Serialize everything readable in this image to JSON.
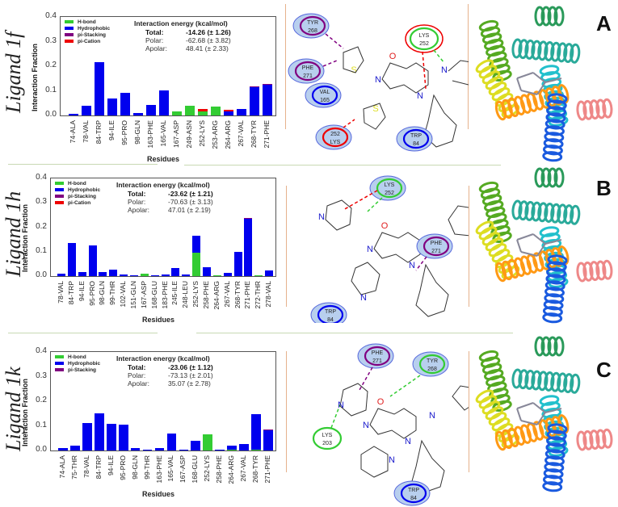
{
  "legend_colors": {
    "H-bond": "#33cc33",
    "Hydrophobic": "#0000ee",
    "pi-Stacking": "#800080",
    "pi-Cation": "#ee0000"
  },
  "panels": [
    {
      "letter": "A",
      "ligand": "Ligand 1f",
      "energy": {
        "title": "Interaction energy (kcal/mol)",
        "total_label": "Total:",
        "total": "-14.26 (± 1.26)",
        "polar_label": "Polar:",
        "polar": "-62.68 (± 3.82)",
        "apolar_label": "Apolar:",
        "apolar": "48.41 (± 2.33)"
      },
      "legend": [
        "H-bond",
        "Hydrophobic",
        "pi-Stacking",
        "pi-Cation"
      ],
      "ylabel": "Interaction Fraction",
      "xlabel": "Residues",
      "yticks": [
        "0.0",
        "0.1",
        "0.2",
        "0.3",
        "0.4"
      ],
      "residue_labels": [
        {
          "name": "TYR 268",
          "ring": "#800080"
        },
        {
          "name": "PHE 271",
          "ring": "#800080"
        },
        {
          "name": "VAL 165",
          "ring": "#0000ee"
        },
        {
          "name": "LYS 252",
          "ring": "#33cc33"
        },
        {
          "name": "252 LYS",
          "ring": "#ee0000"
        },
        {
          "name": "TRP 84",
          "ring": "#0000ee"
        }
      ]
    },
    {
      "letter": "B",
      "ligand": "Ligand 1h",
      "energy": {
        "title": "Interaction energy (kcal/mol)",
        "total_label": "Total:",
        "total": "-23.62 (± 1.21)",
        "polar_label": "Polar:",
        "polar": "-70.63 (± 3.13)",
        "apolar_label": "Apolar:",
        "apolar": "47.01 (± 2.19)"
      },
      "legend": [
        "H-bond",
        "Hydrophobic",
        "pi-Stacking",
        "pi-Cation"
      ],
      "ylabel": "Interaction Fraction",
      "xlabel": "Residues",
      "yticks": [
        "0.0",
        "0.1",
        "0.2",
        "0.3",
        "0.4"
      ],
      "residue_labels": [
        {
          "name": "LYS 252",
          "ring": "#33cc33"
        },
        {
          "name": "PHE 271",
          "ring": "#800080"
        },
        {
          "name": "TRP 84",
          "ring": "#0000ee"
        }
      ]
    },
    {
      "letter": "C",
      "ligand": "Ligand 1k",
      "energy": {
        "title": "Interaction energy (kcal/mol)",
        "total_label": "Total:",
        "total": "-23.06 (± 1.12)",
        "polar_label": "Polar:",
        "polar": "-73.13 (± 2.01)",
        "apolar_label": "Apolar:",
        "apolar": "35.07 (± 2.78)"
      },
      "legend": [
        "H-bond",
        "Hydrophobic",
        "pi-Stacking"
      ],
      "ylabel": "Interaction Fraction",
      "xlabel": "Residues",
      "yticks": [
        "0.0",
        "0.1",
        "0.2",
        "0.3",
        "0.4"
      ],
      "residue_labels": [
        {
          "name": "PHE 271",
          "ring": "#800080"
        },
        {
          "name": "TYR 268",
          "ring": "#33cc33"
        },
        {
          "name": "LYS 203",
          "ring": "#33cc33"
        },
        {
          "name": "TRP 84",
          "ring": "#0000ee"
        }
      ]
    }
  ],
  "chart_data": [
    {
      "type": "bar",
      "title": "Ligand 1f",
      "xlabel": "Residues",
      "ylabel": "Interaction Fraction",
      "ylim": [
        0,
        0.4
      ],
      "stacked": true,
      "legend_position": "upper left",
      "categories": [
        "74-ALA",
        "78-VAL",
        "84-TRP",
        "94-ILE",
        "95-PRO",
        "98-GLN",
        "163-PHE",
        "165-VAL",
        "167-ASP",
        "249-ASN",
        "252-LYS",
        "253-ARG",
        "264-ARG",
        "267-VAL",
        "268-TYR",
        "271-PHE"
      ],
      "series": [
        {
          "name": "H-bond",
          "values": [
            0,
            0,
            0,
            0,
            0,
            0,
            0,
            0,
            0.016,
            0.038,
            0.018,
            0.037,
            0,
            0,
            0,
            0
          ]
        },
        {
          "name": "Hydrophobic",
          "values": [
            0.007,
            0.039,
            0.217,
            0.069,
            0.091,
            0.009,
            0.042,
            0.103,
            0,
            0,
            0,
            0,
            0.015,
            0.025,
            0.115,
            0.125
          ]
        },
        {
          "name": "pi-Stacking",
          "values": [
            0,
            0,
            0,
            0,
            0,
            0,
            0,
            0,
            0,
            0,
            0,
            0,
            0.003,
            0,
            0.003,
            0.003
          ]
        },
        {
          "name": "pi-Cation",
          "values": [
            0,
            0,
            0,
            0,
            0,
            0,
            0,
            0,
            0,
            0,
            0.008,
            0,
            0.004,
            0,
            0,
            0
          ]
        }
      ],
      "annotations": [
        "Interaction energy (kcal/mol)",
        "Total: -14.26 (± 1.26)",
        "Polar: -62.68 (± 3.82)",
        "Apolar: 48.41 (± 2.33)"
      ]
    },
    {
      "type": "bar",
      "title": "Ligand 1h",
      "xlabel": "Residues",
      "ylabel": "Interaction Fraction",
      "ylim": [
        0,
        0.4
      ],
      "stacked": true,
      "legend_position": "upper left",
      "categories": [
        "78-VAL",
        "84-TRP",
        "94-ILE",
        "95-PRO",
        "98-GLN",
        "99-THR",
        "102-VAL",
        "151-GLN",
        "167-ASP",
        "168-GLU",
        "183-PHE",
        "245-ILE",
        "248-LEU",
        "252-LYS",
        "258-PHE",
        "264-ARG",
        "267-VAL",
        "268-TYR",
        "271-PHE",
        "272-THR",
        "278-VAL"
      ],
      "series": [
        {
          "name": "H-bond",
          "values": [
            0,
            0,
            0,
            0,
            0,
            0,
            0,
            0,
            0.009,
            0,
            0,
            0,
            0,
            0.097,
            0,
            0.005,
            0,
            0,
            0,
            0.005,
            0
          ]
        },
        {
          "name": "Hydrophobic",
          "values": [
            0.011,
            0.135,
            0.016,
            0.127,
            0.016,
            0.025,
            0.006,
            0.003,
            0,
            0.004,
            0.006,
            0.033,
            0.007,
            0.068,
            0.038,
            0,
            0.013,
            0.098,
            0.236,
            0,
            0.023
          ]
        },
        {
          "name": "pi-Stacking",
          "values": [
            0,
            0,
            0,
            0,
            0,
            0,
            0,
            0,
            0,
            0,
            0,
            0,
            0,
            0,
            0,
            0,
            0,
            0,
            0.002,
            0,
            0
          ]
        },
        {
          "name": "pi-Cation",
          "values": [
            0,
            0,
            0,
            0,
            0,
            0,
            0,
            0,
            0,
            0,
            0,
            0,
            0,
            0.002,
            0,
            0,
            0,
            0,
            0,
            0,
            0
          ]
        }
      ],
      "annotations": [
        "Interaction energy (kcal/mol)",
        "Total: -23.62 (± 1.21)",
        "Polar: -70.63 (± 3.13)",
        "Apolar: 47.01 (± 2.19)"
      ]
    },
    {
      "type": "bar",
      "title": "Ligand 1k",
      "xlabel": "Residues",
      "ylabel": "Interaction Fraction",
      "ylim": [
        0,
        0.4
      ],
      "stacked": true,
      "legend_position": "upper left",
      "categories": [
        "74-ALA",
        "75-THR",
        "78-VAL",
        "84-TRP",
        "94-ILE",
        "95-PRO",
        "98-GLN",
        "99-THR",
        "163-PHE",
        "165-VAL",
        "167-ASP",
        "168-GLU",
        "252-LYS",
        "258-PHE",
        "264-ARG",
        "267-VAL",
        "268-TYR",
        "271-PHE"
      ],
      "series": [
        {
          "name": "H-bond",
          "values": [
            0,
            0,
            0,
            0,
            0,
            0,
            0,
            0,
            0,
            0,
            0,
            0,
            0.067,
            0,
            0.002,
            0,
            0.003,
            0
          ]
        },
        {
          "name": "Hydrophobic",
          "values": [
            0.01,
            0.019,
            0.11,
            0.152,
            0.107,
            0.106,
            0.011,
            0.003,
            0.009,
            0.069,
            0.003,
            0.039,
            0,
            0.002,
            0.018,
            0.025,
            0.145,
            0.083
          ]
        },
        {
          "name": "pi-Stacking",
          "values": [
            0,
            0,
            0,
            0,
            0,
            0,
            0,
            0,
            0,
            0,
            0,
            0,
            0,
            0,
            0,
            0,
            0,
            0.003
          ]
        }
      ],
      "annotations": [
        "Interaction energy (kcal/mol)",
        "Total: -23.06 (± 1.12)",
        "Polar: -73.13 (± 2.01)",
        "Apolar: 35.07 (± 2.78)"
      ]
    }
  ]
}
